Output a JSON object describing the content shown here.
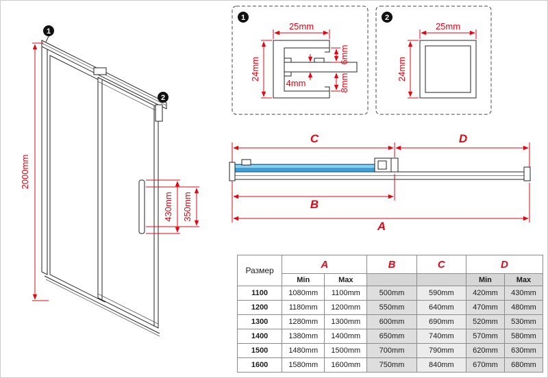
{
  "colors": {
    "dimension_red": "#e30613",
    "glass_blue": "#3f9fd4",
    "line_black": "#222222"
  },
  "elevation": {
    "marker1": "1",
    "marker2": "2",
    "height": "2000mm",
    "handle_spacing": "430mm",
    "handle_length": "350mm"
  },
  "detail1": {
    "marker": "1",
    "width": "25mm",
    "height": "24mm",
    "slot": "4mm",
    "top_gap": "6mm",
    "bottom_gap": "8mm"
  },
  "detail2": {
    "marker": "2",
    "width": "25mm",
    "height": "24mm"
  },
  "plan": {
    "a": "A",
    "b": "B",
    "c": "C",
    "d": "D"
  },
  "table": {
    "size_header": "Размер",
    "a": "A",
    "b": "B",
    "c": "C",
    "d": "D",
    "min": "Min",
    "max": "Max",
    "rows": [
      {
        "size": "1100",
        "a_min": "1080mm",
        "a_max": "1100mm",
        "b": "500mm",
        "c": "590mm",
        "d_min": "420mm",
        "d_max": "430mm"
      },
      {
        "size": "1200",
        "a_min": "1180mm",
        "a_max": "1200mm",
        "b": "550mm",
        "c": "640mm",
        "d_min": "470mm",
        "d_max": "480mm"
      },
      {
        "size": "1300",
        "a_min": "1280mm",
        "a_max": "1300mm",
        "b": "600mm",
        "c": "690mm",
        "d_min": "520mm",
        "d_max": "530mm"
      },
      {
        "size": "1400",
        "a_min": "1380mm",
        "a_max": "1400mm",
        "b": "650mm",
        "c": "740mm",
        "d_min": "570mm",
        "d_max": "580mm"
      },
      {
        "size": "1500",
        "a_min": "1480mm",
        "a_max": "1500mm",
        "b": "700mm",
        "c": "790mm",
        "d_min": "620mm",
        "d_max": "630mm"
      },
      {
        "size": "1600",
        "a_min": "1580mm",
        "a_max": "1600mm",
        "b": "750mm",
        "c": "840mm",
        "d_min": "670mm",
        "d_max": "680mm"
      }
    ]
  }
}
